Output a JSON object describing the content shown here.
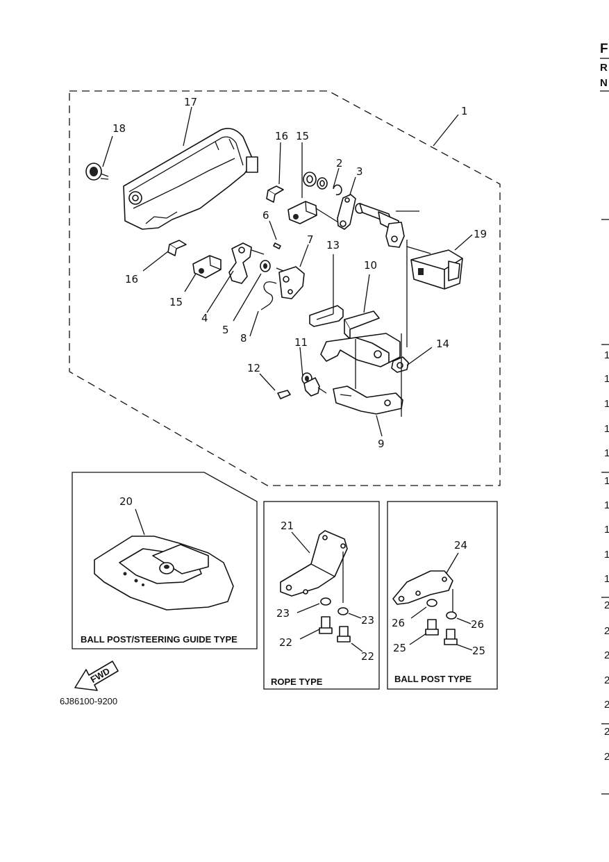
{
  "diagram": {
    "part_numbers": [
      "1",
      "2",
      "3",
      "4",
      "5",
      "6",
      "7",
      "8",
      "9",
      "10",
      "11",
      "12",
      "13",
      "14",
      "15",
      "16",
      "17",
      "18",
      "19",
      "20",
      "21",
      "22",
      "23",
      "24",
      "25",
      "26"
    ],
    "labels": {
      "p1": "1",
      "p2": "2",
      "p3": "3",
      "p4": "4",
      "p5": "5",
      "p6": "6",
      "p7": "7",
      "p8": "8",
      "p9": "9",
      "p10": "10",
      "p11": "11",
      "p12": "12",
      "p13": "13",
      "p14": "14",
      "p15a": "15",
      "p15b": "15",
      "p16a": "16",
      "p16b": "16",
      "p17": "17",
      "p18": "18",
      "p19": "19",
      "p20": "20",
      "p21": "21",
      "p22a": "22",
      "p22b": "22",
      "p23a": "23",
      "p23b": "23",
      "p24": "24",
      "p25a": "25",
      "p25b": "25",
      "p26a": "26",
      "p26b": "26"
    },
    "panels": {
      "ball_post_steering": "BALL POST/STEERING GUIDE TYPE",
      "rope": "ROPE TYPE",
      "ball_post": "BALL POST TYPE"
    },
    "fwd_label": "FWD",
    "drawing_code": "6J86100-9200"
  },
  "right_edge": {
    "header": [
      "F",
      "R",
      "N"
    ],
    "rows": [
      "1",
      "1",
      "1",
      "1",
      "1",
      "1",
      "1",
      "1",
      "1",
      "1",
      "2",
      "2",
      "2",
      "2",
      "2",
      "2",
      "2"
    ]
  }
}
